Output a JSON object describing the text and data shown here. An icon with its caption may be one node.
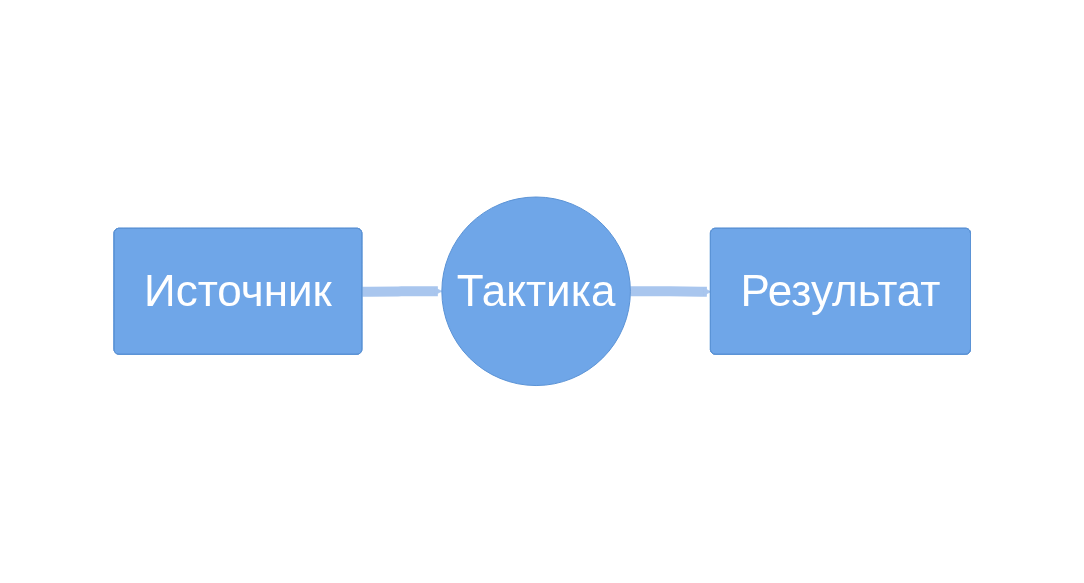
{
  "diagram": {
    "nodes": [
      {
        "text": [
          "Источник"
        ]
      },
      {
        "text": [
          "Тактика"
        ]
      },
      {
        "text": [
          "Результат"
        ]
      }
    ],
    "edges": [
      {
        "from": 0,
        "to": 1,
        "arrow": "to"
      },
      {
        "from": 1,
        "to": 2,
        "arrow": "to"
      }
    ]
  }
}
